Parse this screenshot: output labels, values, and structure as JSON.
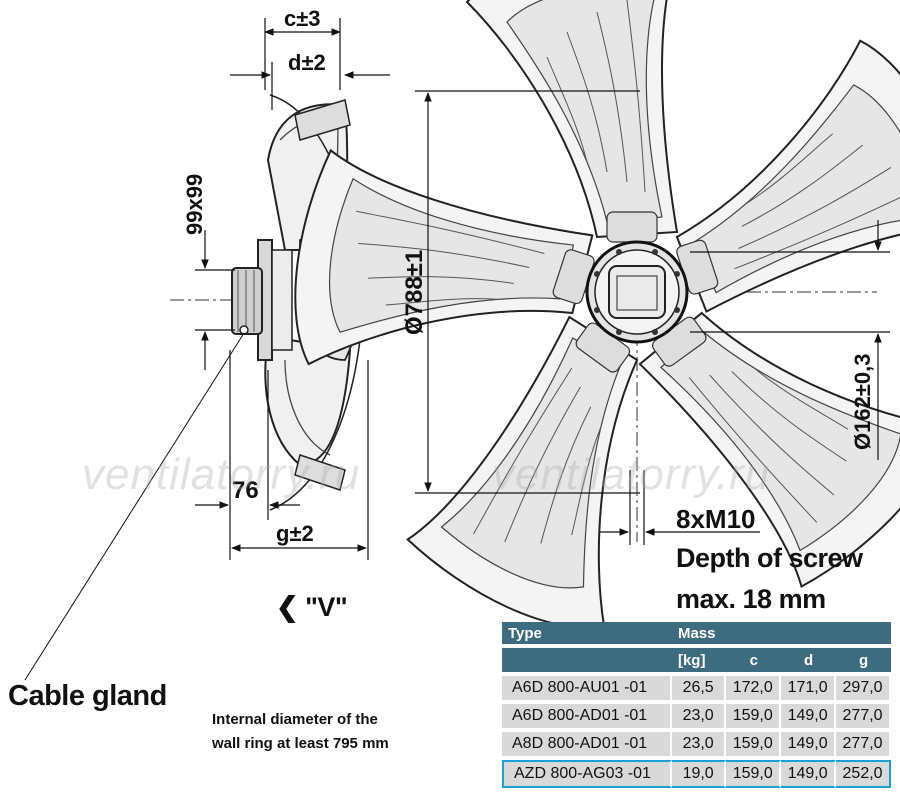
{
  "dimensions": {
    "c": "c±3",
    "d": "d±2",
    "square": "99x99",
    "depth76": "76",
    "g": "g±2",
    "diameter": "Ø788±1",
    "hub_diameter": "Ø162±0,3",
    "screws": "8xM10"
  },
  "labels": {
    "view": "❮ \"V\"",
    "cable_gland": "Cable gland",
    "depth_line1": "Depth of screw",
    "depth_line2": "max. 18 mm",
    "note_line1": "Internal diameter of the",
    "note_line2": "wall ring at least 795 mm"
  },
  "watermarks": [
    "ventilatorry.ru",
    "ventilatorry.ru"
  ],
  "table": {
    "header_row1": [
      "Type",
      "Mass",
      "",
      "",
      ""
    ],
    "header_row2": [
      "",
      "[kg]",
      "c",
      "d",
      "g"
    ],
    "rows": [
      {
        "type": "A6D 800-AU01 -01",
        "mass": "26,5",
        "c": "172,0",
        "d": "171,0",
        "g": "297,0",
        "selected": false
      },
      {
        "type": "A6D 800-AD01 -01",
        "mass": "23,0",
        "c": "159,0",
        "d": "149,0",
        "g": "277,0",
        "selected": false
      },
      {
        "type": "A8D 800-AD01 -01",
        "mass": "23,0",
        "c": "159,0",
        "d": "149,0",
        "g": "277,0",
        "selected": false
      },
      {
        "type": "AZD 800-AG03 -01",
        "mass": "19,0",
        "c": "159,0",
        "d": "149,0",
        "g": "252,0",
        "selected": true
      }
    ],
    "header_color": "#3d6b80",
    "selected_border_color": "#1aa0d8"
  }
}
